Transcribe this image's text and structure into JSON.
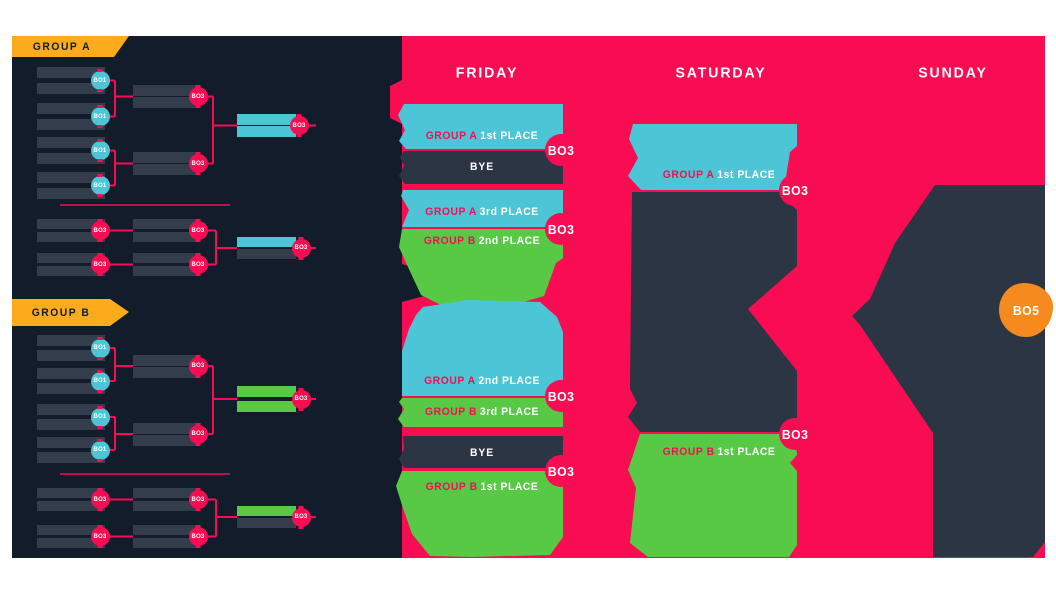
{
  "colors": {
    "pink": "#F80D53",
    "navy": "#131C2B",
    "slate_bar": "#333D4C",
    "blob_navy": "#2B3544",
    "cyan": "#4CC5D6",
    "green": "#57C945",
    "banner_yellow": "#FBAB1C",
    "orange": "#F68A1E",
    "white": "#FFFFFF"
  },
  "group_stage": {
    "group_a": {
      "label": "GROUP A"
    },
    "group_b": {
      "label": "GROUP B"
    },
    "match_badges": {
      "bo1": "BO1",
      "bo3": "BO3"
    }
  },
  "playoffs": {
    "days": [
      {
        "label": "FRIDAY"
      },
      {
        "label": "SATURDAY"
      },
      {
        "label": "SUNDAY"
      }
    ],
    "friday_matches": [
      {
        "slot1": {
          "group": "GROUP A",
          "place": "1st PLACE"
        },
        "slot2": {
          "bye": "BYE"
        },
        "format": "BO3"
      },
      {
        "slot1": {
          "group": "GROUP A",
          "place": "3rd PLACE"
        },
        "slot2": {
          "group": "GROUP B",
          "place": "2nd PLACE"
        },
        "format": "BO3"
      },
      {
        "slot1": {
          "group": "GROUP A",
          "place": "2nd PLACE"
        },
        "slot2": {
          "group": "GROUP B",
          "place": "3rd PLACE"
        },
        "format": "BO3"
      },
      {
        "slot1": {
          "bye": "BYE"
        },
        "slot2": {
          "group": "GROUP B",
          "place": "1st PLACE"
        },
        "format": "BO3"
      }
    ],
    "saturday_matches": [
      {
        "slot1": {
          "group": "GROUP A",
          "place": "1st PLACE"
        },
        "format": "BO3"
      },
      {
        "slot2": {
          "group": "GROUP B",
          "place": "1st PLACE"
        },
        "format": "BO3"
      }
    ],
    "sunday_final": {
      "format": "BO5"
    }
  }
}
